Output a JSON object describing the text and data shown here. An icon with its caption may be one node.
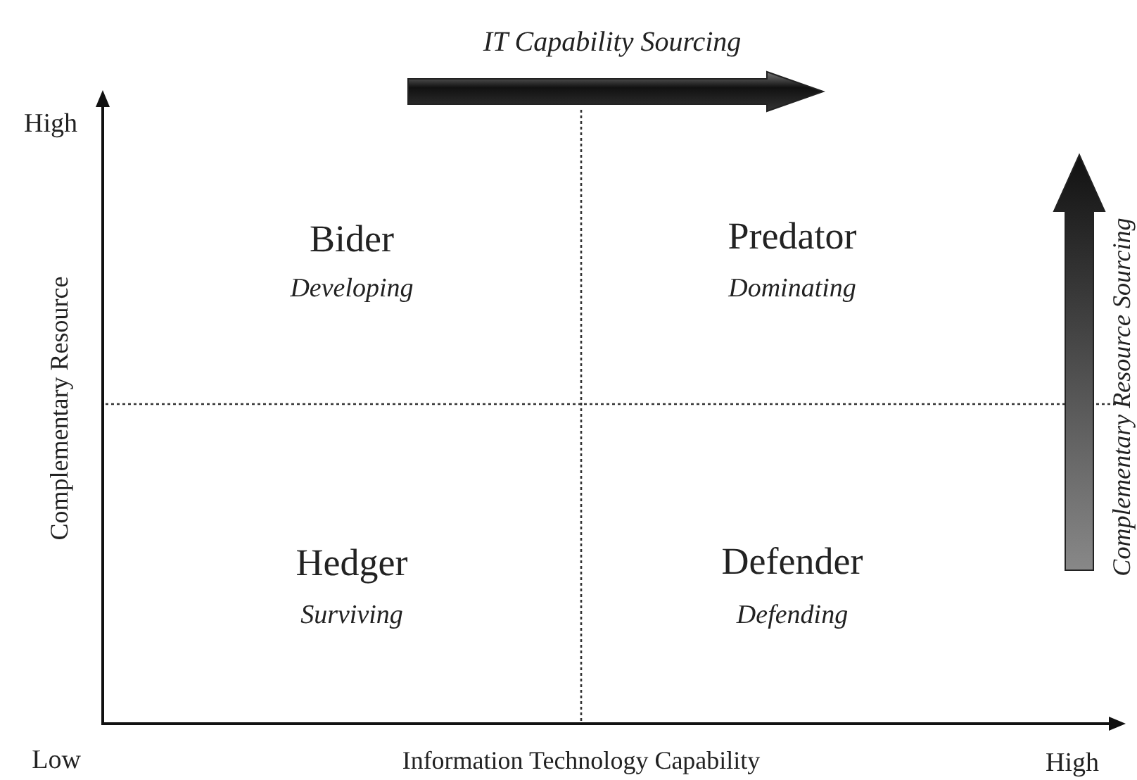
{
  "diagram": {
    "labels": [
      "IT Capability Sourcing",
      "High",
      "Complementary Resource Sourcing",
      "Bider",
      "Developing",
      "Predator",
      "Dominating",
      "Complementary Resource",
      "Hedger",
      "Surviving",
      "Defender",
      "Defending",
      "Low",
      "Information Technology Capability",
      "High"
    ]
  }
}
